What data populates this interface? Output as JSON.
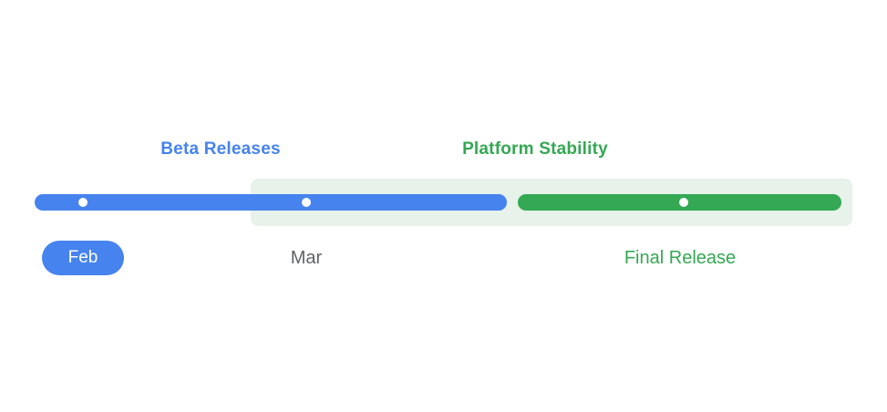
{
  "colors": {
    "blue": "#4683EE",
    "green": "#34A853",
    "light_green_bg": "#E6F2EA",
    "gray_text": "#5F6368",
    "white": "#FFFFFF"
  },
  "phases": {
    "beta_releases_label": "Beta Releases",
    "platform_stability_label": "Platform Stability"
  },
  "timeline": {
    "month_badge": "Feb",
    "month_label": "Mar",
    "final_release_label": "Final Release",
    "milestone_dots": [
      {
        "name": "beta-milestone-1",
        "bar": "beta-releases"
      },
      {
        "name": "beta-milestone-2",
        "bar": "beta-releases"
      },
      {
        "name": "stability-milestone",
        "bar": "platform-stability"
      }
    ]
  }
}
